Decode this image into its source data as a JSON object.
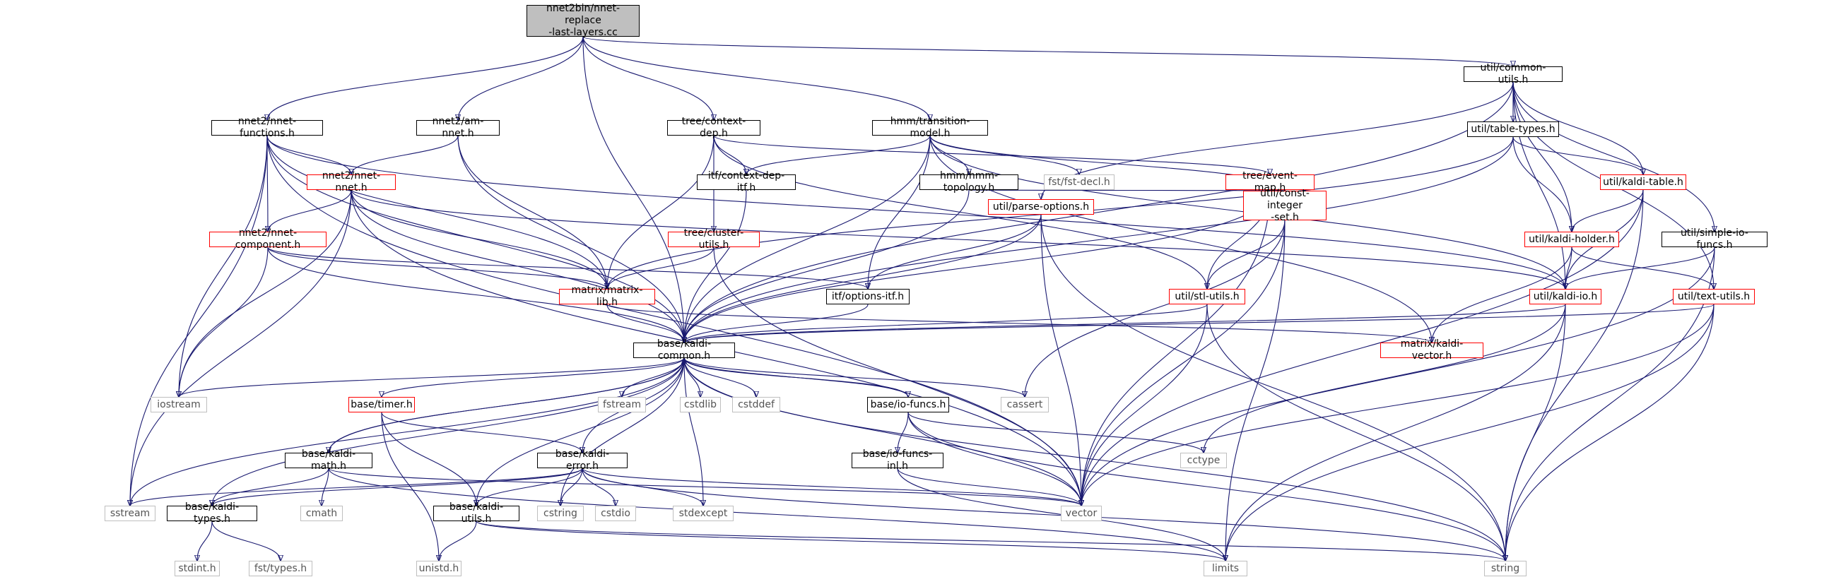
{
  "colors": {
    "edge": "#191970",
    "normal_border": "#000000",
    "incomplete_border": "#ff0000",
    "system_border": "#bfbfbf",
    "root_fill": "#bfbfbf"
  },
  "nodes": [
    {
      "id": "root",
      "label": "nnet2bin/nnet-replace\n-last-layers.cc",
      "style": "root"
    },
    {
      "id": "common_utils",
      "label": "util/common-utils.h",
      "style": "normal"
    },
    {
      "id": "nnet_functions",
      "label": "nnet2/nnet-functions.h",
      "style": "normal"
    },
    {
      "id": "am_nnet",
      "label": "nnet2/am-nnet.h",
      "style": "normal"
    },
    {
      "id": "context_dep",
      "label": "tree/context-dep.h",
      "style": "normal"
    },
    {
      "id": "transition_model",
      "label": "hmm/transition-model.h",
      "style": "normal"
    },
    {
      "id": "table_types",
      "label": "util/table-types.h",
      "style": "normal"
    },
    {
      "id": "nnet_nnet",
      "label": "nnet2/nnet-nnet.h",
      "style": "red"
    },
    {
      "id": "context_dep_itf",
      "label": "itf/context-dep-itf.h",
      "style": "normal"
    },
    {
      "id": "hmm_topology",
      "label": "hmm/hmm-topology.h",
      "style": "normal"
    },
    {
      "id": "fst_decl",
      "label": "fst/fst-decl.h",
      "style": "gray"
    },
    {
      "id": "event_map",
      "label": "tree/event-map.h",
      "style": "red"
    },
    {
      "id": "kaldi_table",
      "label": "util/kaldi-table.h",
      "style": "red"
    },
    {
      "id": "nnet_component",
      "label": "nnet2/nnet-component.h",
      "style": "red"
    },
    {
      "id": "cluster_utils",
      "label": "tree/cluster-utils.h",
      "style": "red"
    },
    {
      "id": "parse_options",
      "label": "util/parse-options.h",
      "style": "red"
    },
    {
      "id": "const_integer_set",
      "label": "util/const-integer\n-set.h",
      "style": "red"
    },
    {
      "id": "kaldi_holder",
      "label": "util/kaldi-holder.h",
      "style": "red"
    },
    {
      "id": "simple_io_funcs",
      "label": "util/simple-io-funcs.h",
      "style": "normal"
    },
    {
      "id": "matrix_lib",
      "label": "matrix/matrix-lib.h",
      "style": "red"
    },
    {
      "id": "options_itf",
      "label": "itf/options-itf.h",
      "style": "normal"
    },
    {
      "id": "stl_utils",
      "label": "util/stl-utils.h",
      "style": "red"
    },
    {
      "id": "kaldi_io",
      "label": "util/kaldi-io.h",
      "style": "red"
    },
    {
      "id": "text_utils",
      "label": "util/text-utils.h",
      "style": "red"
    },
    {
      "id": "kaldi_common",
      "label": "base/kaldi-common.h",
      "style": "normal"
    },
    {
      "id": "kaldi_vector",
      "label": "matrix/kaldi-vector.h",
      "style": "red"
    },
    {
      "id": "iostream",
      "label": "iostream",
      "style": "gray"
    },
    {
      "id": "timer",
      "label": "base/timer.h",
      "style": "red"
    },
    {
      "id": "fstream",
      "label": "fstream",
      "style": "gray"
    },
    {
      "id": "cstdlib",
      "label": "cstdlib",
      "style": "gray"
    },
    {
      "id": "cstddef",
      "label": "cstddef",
      "style": "gray"
    },
    {
      "id": "cassert",
      "label": "cassert",
      "style": "gray"
    },
    {
      "id": "io_funcs",
      "label": "base/io-funcs.h",
      "style": "normal"
    },
    {
      "id": "kaldi_math",
      "label": "base/kaldi-math.h",
      "style": "normal"
    },
    {
      "id": "kaldi_error",
      "label": "base/kaldi-error.h",
      "style": "normal"
    },
    {
      "id": "io_funcs_inl",
      "label": "base/io-funcs-inl.h",
      "style": "normal"
    },
    {
      "id": "cctype",
      "label": "cctype",
      "style": "gray"
    },
    {
      "id": "sstream",
      "label": "sstream",
      "style": "gray"
    },
    {
      "id": "kaldi_types",
      "label": "base/kaldi-types.h",
      "style": "normal"
    },
    {
      "id": "cmath",
      "label": "cmath",
      "style": "gray"
    },
    {
      "id": "kaldi_utils",
      "label": "base/kaldi-utils.h",
      "style": "normal"
    },
    {
      "id": "cstring",
      "label": "cstring",
      "style": "gray"
    },
    {
      "id": "cstdio",
      "label": "cstdio",
      "style": "gray"
    },
    {
      "id": "stdexcept",
      "label": "stdexcept",
      "style": "gray"
    },
    {
      "id": "vector",
      "label": "vector",
      "style": "gray"
    },
    {
      "id": "stdint",
      "label": "stdint.h",
      "style": "gray"
    },
    {
      "id": "fst_types",
      "label": "fst/types.h",
      "style": "gray"
    },
    {
      "id": "unistd",
      "label": "unistd.h",
      "style": "gray"
    },
    {
      "id": "limits",
      "label": "limits",
      "style": "gray"
    },
    {
      "id": "string",
      "label": "string",
      "style": "gray"
    }
  ],
  "edges": [
    [
      "root",
      "common_utils"
    ],
    [
      "root",
      "nnet_functions"
    ],
    [
      "root",
      "am_nnet"
    ],
    [
      "root",
      "context_dep"
    ],
    [
      "root",
      "transition_model"
    ],
    [
      "root",
      "kaldi_common"
    ],
    [
      "common_utils",
      "kaldi_common"
    ],
    [
      "common_utils",
      "table_types"
    ],
    [
      "common_utils",
      "kaldi_table"
    ],
    [
      "common_utils",
      "kaldi_holder"
    ],
    [
      "common_utils",
      "kaldi_io"
    ],
    [
      "common_utils",
      "parse_options"
    ],
    [
      "common_utils",
      "simple_io_funcs"
    ],
    [
      "common_utils",
      "text_utils"
    ],
    [
      "nnet_functions",
      "nnet_nnet"
    ],
    [
      "nnet_functions",
      "nnet_component"
    ],
    [
      "nnet_functions",
      "matrix_lib"
    ],
    [
      "nnet_functions",
      "kaldi_common"
    ],
    [
      "nnet_functions",
      "iostream"
    ],
    [
      "nnet_functions",
      "sstream"
    ],
    [
      "nnet_functions",
      "vector"
    ],
    [
      "nnet_functions",
      "kaldi_io"
    ],
    [
      "am_nnet",
      "nnet_nnet"
    ],
    [
      "am_nnet",
      "matrix_lib"
    ],
    [
      "am_nnet",
      "kaldi_common"
    ],
    [
      "context_dep",
      "context_dep_itf"
    ],
    [
      "context_dep",
      "event_map"
    ],
    [
      "context_dep",
      "cluster_utils"
    ],
    [
      "context_dep",
      "matrix_lib"
    ],
    [
      "context_dep",
      "stl_utils"
    ],
    [
      "transition_model",
      "context_dep_itf"
    ],
    [
      "transition_model",
      "hmm_topology"
    ],
    [
      "transition_model",
      "fst_decl"
    ],
    [
      "transition_model",
      "kaldi_common"
    ],
    [
      "transition_model",
      "options_itf"
    ],
    [
      "transition_model",
      "kaldi_io"
    ],
    [
      "transition_model",
      "kaldi_vector"
    ],
    [
      "transition_model",
      "const_integer_set"
    ],
    [
      "table_types",
      "kaldi_table"
    ],
    [
      "table_types",
      "kaldi_holder"
    ],
    [
      "table_types",
      "matrix_lib"
    ],
    [
      "table_types",
      "kaldi_common"
    ],
    [
      "nnet_nnet",
      "nnet_component"
    ],
    [
      "nnet_nnet",
      "matrix_lib"
    ],
    [
      "nnet_nnet",
      "kaldi_common"
    ],
    [
      "nnet_nnet",
      "iostream"
    ],
    [
      "nnet_nnet",
      "sstream"
    ],
    [
      "nnet_nnet",
      "vector"
    ],
    [
      "nnet_nnet",
      "kaldi_io"
    ],
    [
      "context_dep_itf",
      "kaldi_common"
    ],
    [
      "hmm_topology",
      "kaldi_common"
    ],
    [
      "hmm_topology",
      "const_integer_set"
    ],
    [
      "event_map",
      "kaldi_common"
    ],
    [
      "event_map",
      "stl_utils"
    ],
    [
      "event_map",
      "const_integer_set"
    ],
    [
      "event_map",
      "vector"
    ],
    [
      "kaldi_table",
      "kaldi_holder"
    ],
    [
      "kaldi_table",
      "kaldi_io"
    ],
    [
      "kaldi_table",
      "vector"
    ],
    [
      "kaldi_table",
      "string"
    ],
    [
      "nnet_component",
      "matrix_lib"
    ],
    [
      "nnet_component",
      "kaldi_common"
    ],
    [
      "nnet_component",
      "iostream"
    ],
    [
      "nnet_component",
      "options_itf"
    ],
    [
      "cluster_utils",
      "matrix_lib"
    ],
    [
      "cluster_utils",
      "vector"
    ],
    [
      "parse_options",
      "options_itf"
    ],
    [
      "parse_options",
      "kaldi_common"
    ],
    [
      "parse_options",
      "vector"
    ],
    [
      "parse_options",
      "string"
    ],
    [
      "const_integer_set",
      "stl_utils"
    ],
    [
      "const_integer_set",
      "vector"
    ],
    [
      "const_integer_set",
      "cassert"
    ],
    [
      "const_integer_set",
      "limits"
    ],
    [
      "kaldi_holder",
      "kaldi_io"
    ],
    [
      "kaldi_holder",
      "text_utils"
    ],
    [
      "kaldi_holder",
      "kaldi_vector"
    ],
    [
      "simple_io_funcs",
      "kaldi_io"
    ],
    [
      "simple_io_funcs",
      "vector"
    ],
    [
      "simple_io_funcs",
      "string"
    ],
    [
      "matrix_lib",
      "kaldi_common"
    ],
    [
      "matrix_lib",
      "kaldi_vector"
    ],
    [
      "options_itf",
      "kaldi_common"
    ],
    [
      "stl_utils",
      "kaldi_common"
    ],
    [
      "stl_utils",
      "vector"
    ],
    [
      "stl_utils",
      "string"
    ],
    [
      "kaldi_io",
      "kaldi_common"
    ],
    [
      "kaldi_io",
      "cctype"
    ],
    [
      "kaldi_io",
      "limits"
    ],
    [
      "kaldi_io",
      "string"
    ],
    [
      "text_utils",
      "kaldi_common"
    ],
    [
      "text_utils",
      "vector"
    ],
    [
      "text_utils",
      "limits"
    ],
    [
      "text_utils",
      "string"
    ],
    [
      "kaldi_common",
      "iostream"
    ],
    [
      "kaldi_common",
      "sstream"
    ],
    [
      "kaldi_common",
      "timer"
    ],
    [
      "kaldi_common",
      "fstream"
    ],
    [
      "kaldi_common",
      "cstdlib"
    ],
    [
      "kaldi_common",
      "cstddef"
    ],
    [
      "kaldi_common",
      "cassert"
    ],
    [
      "kaldi_common",
      "io_funcs"
    ],
    [
      "kaldi_common",
      "kaldi_math"
    ],
    [
      "kaldi_common",
      "kaldi_error"
    ],
    [
      "kaldi_common",
      "kaldi_types"
    ],
    [
      "kaldi_common",
      "kaldi_utils"
    ],
    [
      "kaldi_common",
      "cstring"
    ],
    [
      "kaldi_common",
      "stdexcept"
    ],
    [
      "kaldi_common",
      "vector"
    ],
    [
      "kaldi_common",
      "string"
    ],
    [
      "timer",
      "kaldi_error"
    ],
    [
      "timer",
      "kaldi_utils"
    ],
    [
      "timer",
      "unistd"
    ],
    [
      "io_funcs",
      "kaldi_common"
    ],
    [
      "io_funcs",
      "io_funcs_inl"
    ],
    [
      "io_funcs",
      "cctype"
    ],
    [
      "io_funcs",
      "vector"
    ],
    [
      "io_funcs",
      "string"
    ],
    [
      "kaldi_math",
      "kaldi_common"
    ],
    [
      "kaldi_math",
      "kaldi_types"
    ],
    [
      "kaldi_math",
      "cmath"
    ],
    [
      "kaldi_math",
      "limits"
    ],
    [
      "kaldi_math",
      "vector"
    ],
    [
      "kaldi_error",
      "kaldi_types"
    ],
    [
      "kaldi_error",
      "kaldi_utils"
    ],
    [
      "kaldi_error",
      "sstream"
    ],
    [
      "kaldi_error",
      "cstring"
    ],
    [
      "kaldi_error",
      "cstdio"
    ],
    [
      "kaldi_error",
      "stdexcept"
    ],
    [
      "kaldi_error",
      "vector"
    ],
    [
      "kaldi_error",
      "string"
    ],
    [
      "io_funcs_inl",
      "vector"
    ],
    [
      "io_funcs_inl",
      "limits"
    ],
    [
      "kaldi_types",
      "stdint"
    ],
    [
      "kaldi_types",
      "fst_types"
    ],
    [
      "kaldi_utils",
      "unistd"
    ],
    [
      "kaldi_utils",
      "limits"
    ],
    [
      "kaldi_utils",
      "string"
    ]
  ]
}
